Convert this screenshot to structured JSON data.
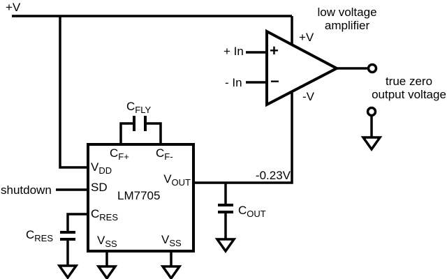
{
  "colors": {
    "background": "#ffffff",
    "line": "#000000",
    "text": "#000000"
  },
  "labels": {
    "supply_rail": "+V",
    "amp_title": "low voltage\namplifier",
    "amp_vplus": "+V",
    "amp_vminus": "-V",
    "amp_in_plus": "+ In",
    "amp_in_minus": "- In",
    "amp_plus_sign": "+",
    "amp_minus_sign": "−",
    "output_note": "true zero\noutput voltage",
    "vout_value": "-0.23V",
    "shutdown": "shutdown"
  },
  "ic": {
    "name": "LM7705",
    "pins": {
      "cfp": {
        "main": "C",
        "sub": "F+"
      },
      "cfm": {
        "main": "C",
        "sub": "F-"
      },
      "vdd": {
        "main": "V",
        "sub": "DD"
      },
      "sd": {
        "main": "SD",
        "sub": ""
      },
      "cres": {
        "main": "C",
        "sub": "RES"
      },
      "vss_left": {
        "main": "V",
        "sub": "SS"
      },
      "vss_right": {
        "main": "V",
        "sub": "SS"
      },
      "vout": {
        "main": "V",
        "sub": "OUT"
      }
    }
  },
  "capacitors": {
    "cfly": {
      "main": "C",
      "sub": "FLY"
    },
    "cres": {
      "main": "C",
      "sub": "RES"
    },
    "cout": {
      "main": "C",
      "sub": "OUT"
    }
  }
}
